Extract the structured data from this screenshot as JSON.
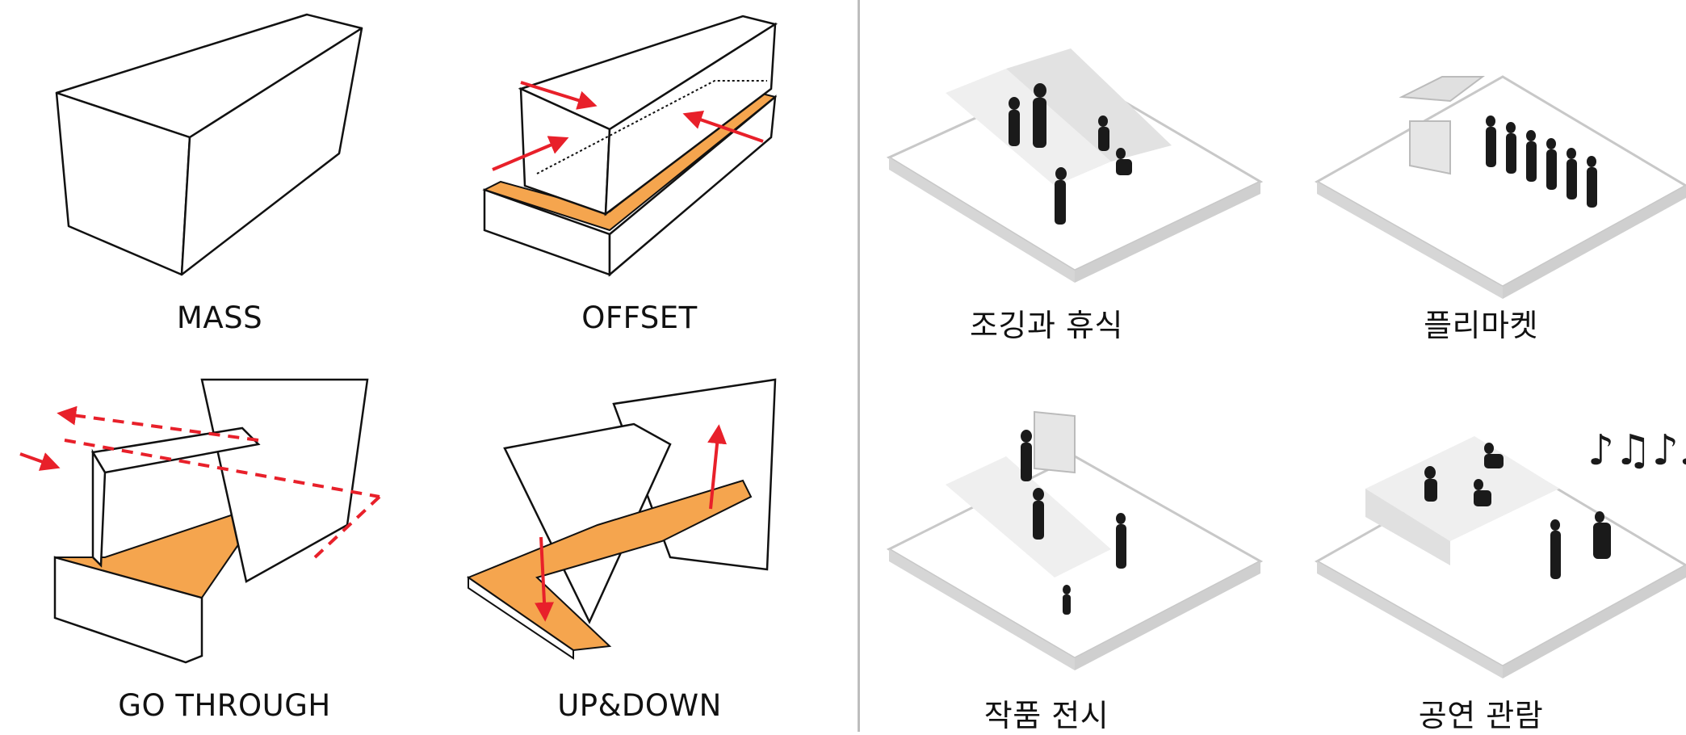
{
  "left": {
    "labels": {
      "mass": "MASS",
      "offset": "OFFSET",
      "go_through": "GO THROUGH",
      "up_down": "UP&DOWN"
    }
  },
  "right": {
    "labels": {
      "jogging_rest": "조깅과 휴식",
      "flea_market": "플리마켓",
      "exhibition": "작품 전시",
      "performance": "공연 관람"
    }
  },
  "colors": {
    "path_fill": "#f5a54e",
    "arrow": "#e8202a",
    "outline": "#111111",
    "platform": "#e6e6e6",
    "divider": "#bdbdbd",
    "silhouette": "#1a1a1a"
  },
  "icons": {
    "music_notes": "music-notes-icon",
    "person": "person-silhouette-icon"
  }
}
